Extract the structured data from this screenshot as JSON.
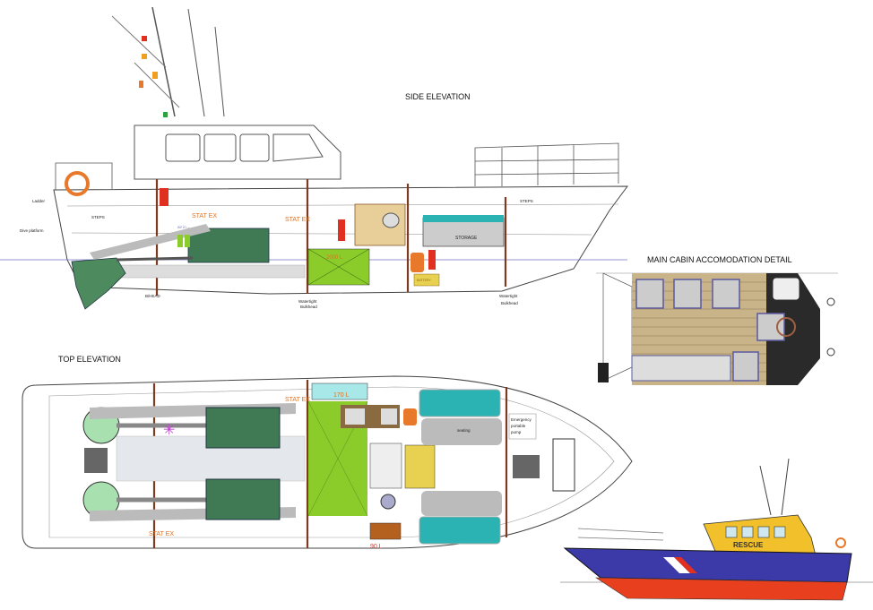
{
  "titles": {
    "side": "SIDE ELEVATION",
    "cabin": "MAIN CABIN ACCOMODATION DETAIL",
    "top": "TOP ELEVATION"
  },
  "side_labels": {
    "ladder": "Ladder",
    "dive_platform": "Dive platform",
    "steps_aft": "STEPS",
    "steps_fwd": "STEPS",
    "bhead": "B/HEAD",
    "air_in": "air in",
    "stat_ex_1": "STAT EX",
    "stat_ex_2": "STAT EX",
    "fuel_tank": "2000 L",
    "storage": "STORAGE",
    "battery": "BATTERY",
    "bulkhead_1": [
      "Watertight",
      "Bulkhead"
    ],
    "bulkhead_2": [
      "Watertight",
      "Bulkhead"
    ]
  },
  "top_labels": {
    "stat_ex_1": "STAT EX",
    "stat_ex_2": "STAT EX",
    "water_tank": "170 L",
    "waste_tank": "90 L",
    "seating": "seating",
    "pump": [
      "Emergency",
      "portable",
      "pump"
    ]
  },
  "render": {
    "hull_name": "RESCUE"
  },
  "colors": {
    "engine": "#3f7a55",
    "tank_green": "#8ccc2a",
    "bulkhead": "#7a3b20",
    "accent_orange": "#e8782a",
    "hull_blue": "#3b3aa8",
    "hull_red": "#e8401e",
    "superstructure": "#f2c02a",
    "cushion": "#2bb3b3"
  }
}
